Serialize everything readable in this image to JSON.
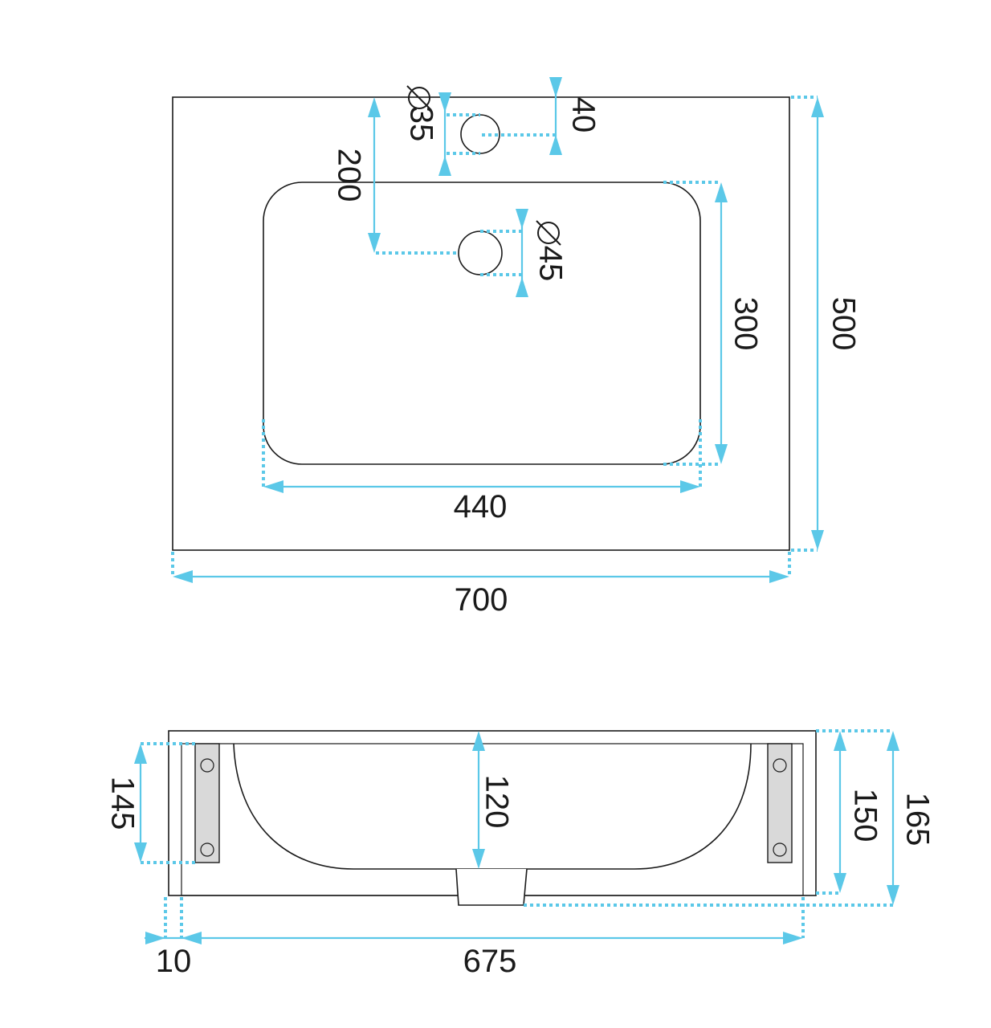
{
  "dimensions": {
    "top_width": "700",
    "top_depth": "500",
    "basin_width": "440",
    "basin_depth": "300",
    "tap_hole_offset": "200",
    "tap_hole_edge": "40",
    "tap_hole_diameter": "35",
    "drain_diameter": "45",
    "diameter_symbol": "Ø",
    "side_length": "675",
    "side_lip": "10",
    "basin_bowl_depth": "120",
    "bracket_height": "145",
    "body_height": "150",
    "total_height": "165"
  },
  "colors": {
    "dimension_line": "#5bc8e8",
    "outline": "#1a1a1a",
    "bracket_fill": "#d9d9d9"
  }
}
